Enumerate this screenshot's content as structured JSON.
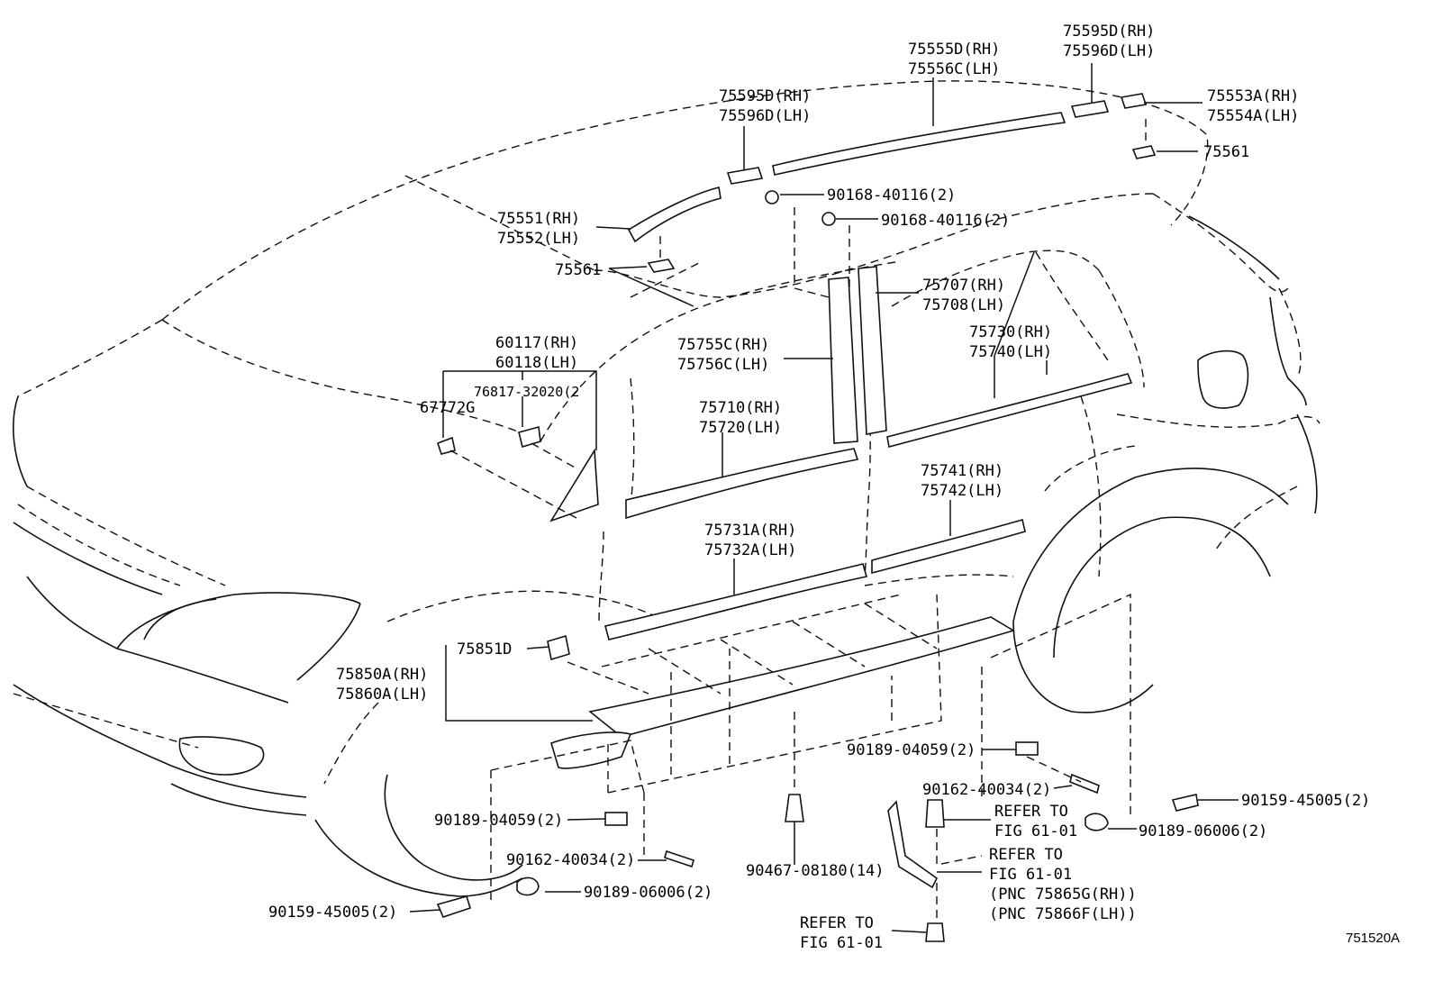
{
  "diagram": {
    "figure_code": "751520A",
    "callouts": [
      {
        "id": "c1",
        "lines": [
          "75595D(RH)",
          "75596D(LH)"
        ]
      },
      {
        "id": "c2",
        "lines": [
          "75555D(RH)",
          "75556C(LH)"
        ]
      },
      {
        "id": "c3",
        "lines": [
          "75595D(RH)",
          "75596D(LH)"
        ]
      },
      {
        "id": "c4",
        "lines": [
          "75553A(RH)",
          "75554A(LH)"
        ]
      },
      {
        "id": "c5",
        "lines": [
          "75561"
        ]
      },
      {
        "id": "c6",
        "lines": [
          "90168-40116(2)"
        ]
      },
      {
        "id": "c7",
        "lines": [
          "90168-40116(2)"
        ]
      },
      {
        "id": "c8",
        "lines": [
          "75551(RH)",
          "75552(LH)"
        ]
      },
      {
        "id": "c9",
        "lines": [
          "75561"
        ]
      },
      {
        "id": "c10",
        "lines": [
          "75707(RH)",
          "75708(LH)"
        ]
      },
      {
        "id": "c11",
        "lines": [
          "75730(RH)",
          "75740(LH)"
        ]
      },
      {
        "id": "c12",
        "lines": [
          "60117(RH)",
          "60118(LH)"
        ]
      },
      {
        "id": "c13",
        "lines": [
          "75755C(RH)",
          "75756C(LH)"
        ]
      },
      {
        "id": "c14",
        "lines": [
          "76817-32020(2"
        ]
      },
      {
        "id": "c15",
        "lines": [
          "67772G"
        ]
      },
      {
        "id": "c16",
        "lines": [
          "75710(RH)",
          "75720(LH)"
        ]
      },
      {
        "id": "c17",
        "lines": [
          "75741(RH)",
          "75742(LH)"
        ]
      },
      {
        "id": "c18",
        "lines": [
          "75731A(RH)",
          "75732A(LH)"
        ]
      },
      {
        "id": "c19",
        "lines": [
          "75851D"
        ]
      },
      {
        "id": "c20",
        "lines": [
          "75850A(RH)",
          "75860A(LH)"
        ]
      },
      {
        "id": "c21",
        "lines": [
          "90189-04059(2)"
        ]
      },
      {
        "id": "c22",
        "lines": [
          "90162-40034(2)"
        ]
      },
      {
        "id": "c23",
        "lines": [
          "REFER TO",
          "FIG 61-01"
        ]
      },
      {
        "id": "c24",
        "lines": [
          "90159-45005(2)"
        ]
      },
      {
        "id": "c25",
        "lines": [
          "90189-06006(2)"
        ]
      },
      {
        "id": "c26",
        "lines": [
          "REFER TO",
          "FIG 61-01",
          "(PNC 75865G(RH))",
          "(PNC 75866F(LH))"
        ]
      },
      {
        "id": "c27",
        "lines": [
          "90189-04059(2)"
        ]
      },
      {
        "id": "c28",
        "lines": [
          "90162-40034(2)"
        ]
      },
      {
        "id": "c29",
        "lines": [
          "90467-08180(14)"
        ]
      },
      {
        "id": "c30",
        "lines": [
          "90189-06006(2)"
        ]
      },
      {
        "id": "c31",
        "lines": [
          "90159-45005(2)"
        ]
      },
      {
        "id": "c32",
        "lines": [
          "REFER TO",
          "FIG 61-01"
        ]
      }
    ]
  }
}
